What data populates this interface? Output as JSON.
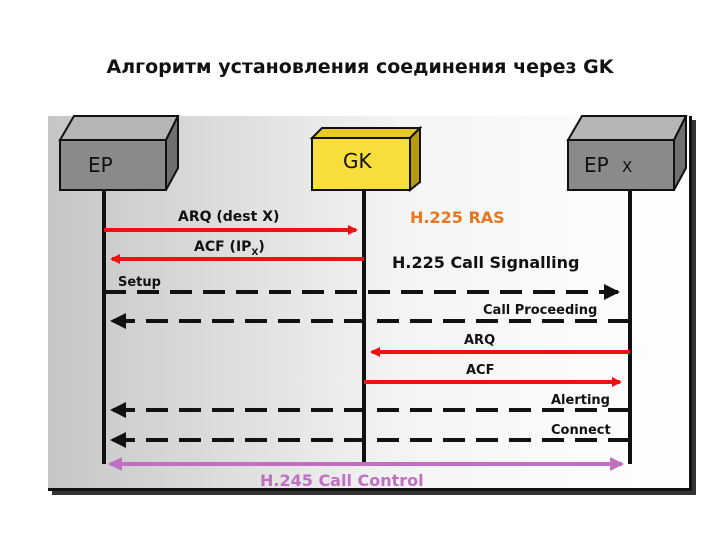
{
  "title": "Алгоритм установления соединения через GK",
  "nodes": {
    "ep_left": "EP",
    "gk": "GK",
    "ep_right": "EP",
    "ep_right_suffix": "X"
  },
  "messages": {
    "arq_dest": "ARQ (dest X)",
    "acf_ip_prefix": "ACF (IP",
    "acf_ip_sub": "X",
    "acf_ip_suffix": ")",
    "setup": "Setup",
    "call_proceeding": "Call Proceeding",
    "arq": "ARQ",
    "acf": "ACF",
    "alerting": "Alerting",
    "connect": "Connect"
  },
  "protocols": {
    "ras": "H.225 RAS",
    "call_signalling": "H.225 Call Signalling",
    "call_control": "H.245 Call Control"
  },
  "colors": {
    "ras_arrow": "#ee1111",
    "ras_label": "#e87722",
    "h245": "#c070c0",
    "dashed": "#111111",
    "gk_box": "#f7de3a",
    "ep_box": "#8a8a8a"
  }
}
